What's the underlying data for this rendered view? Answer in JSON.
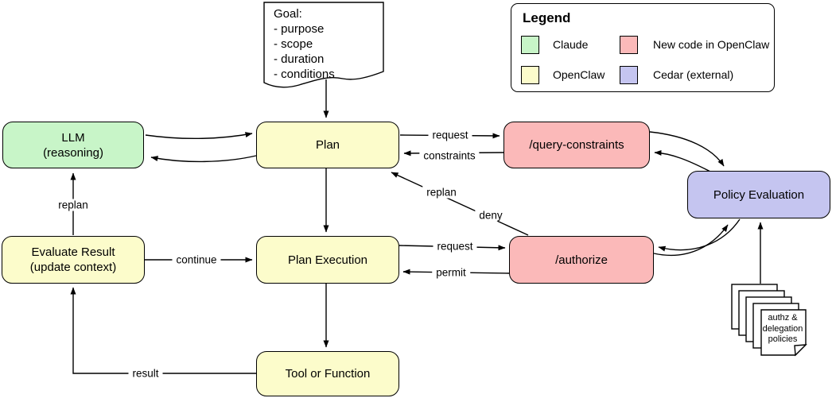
{
  "diagram": {
    "goal_note": {
      "title": "Goal:",
      "items": [
        "- purpose",
        "- scope",
        "- duration",
        "- conditions"
      ]
    },
    "legend": {
      "title": "Legend",
      "items": [
        {
          "label": "Claude",
          "color": "#c8f5c8"
        },
        {
          "label": "New code in OpenClaw",
          "color": "#fbb9b9"
        },
        {
          "label": "OpenClaw",
          "color": "#fcfccb"
        },
        {
          "label": "Cedar (external)",
          "color": "#c5c5f0"
        }
      ]
    },
    "nodes": {
      "llm": {
        "label": "LLM\n(reasoning)",
        "color": "#c8f5c8"
      },
      "plan": {
        "label": "Plan",
        "color": "#fcfccb"
      },
      "query_constraints": {
        "label": "/query-constraints",
        "color": "#fbb9b9"
      },
      "policy_evaluation": {
        "label": "Policy Evaluation",
        "color": "#c5c5f0"
      },
      "evaluate_result": {
        "label": "Evaluate Result\n(update context)",
        "color": "#fcfccb"
      },
      "plan_execution": {
        "label": "Plan Execution",
        "color": "#fcfccb"
      },
      "authorize": {
        "label": "/authorize",
        "color": "#fbb9b9"
      },
      "tool_or_function": {
        "label": "Tool or Function",
        "color": "#fcfccb"
      }
    },
    "edge_labels": {
      "plan_request": "request",
      "plan_constraints": "constraints",
      "replan_vertical": "replan",
      "replan_diagonal": "replan",
      "deny": "deny",
      "continue_label": "continue",
      "exec_request": "request",
      "exec_permit": "permit",
      "result": "result"
    },
    "policies_note": {
      "label": "authz &\ndelegation\npolicies"
    }
  }
}
